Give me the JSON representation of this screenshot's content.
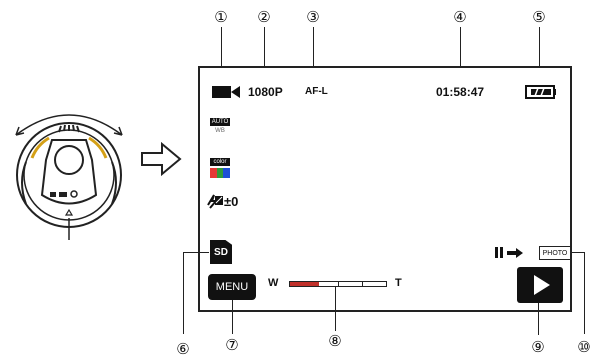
{
  "callouts": {
    "c1": "①",
    "c2": "②",
    "c3": "③",
    "c4": "④",
    "c5": "⑤",
    "c6": "⑥",
    "c7": "⑦",
    "c8": "⑧",
    "c9": "⑨",
    "c10": "⑩"
  },
  "status_bar": {
    "resolution": "1080P",
    "focus_mode": "AF-L",
    "time": "01:58:47"
  },
  "left_panel": {
    "wb_top": "AUTO",
    "wb_bottom": "WB",
    "color_label": "color",
    "exposure": "±0",
    "storage": "SD"
  },
  "bottom_bar": {
    "menu_label": "MENU",
    "zoom_wide": "W",
    "zoom_tele": "T",
    "zoom_level": 0.3,
    "photo_label": "PHOTO"
  },
  "colors": {
    "zoom_fill": "#c0302a",
    "dial_accent": "#d4a017",
    "color_swatch_red": "#e53935",
    "color_swatch_green": "#2e9b3a",
    "color_swatch_blue": "#1e4fd6"
  }
}
